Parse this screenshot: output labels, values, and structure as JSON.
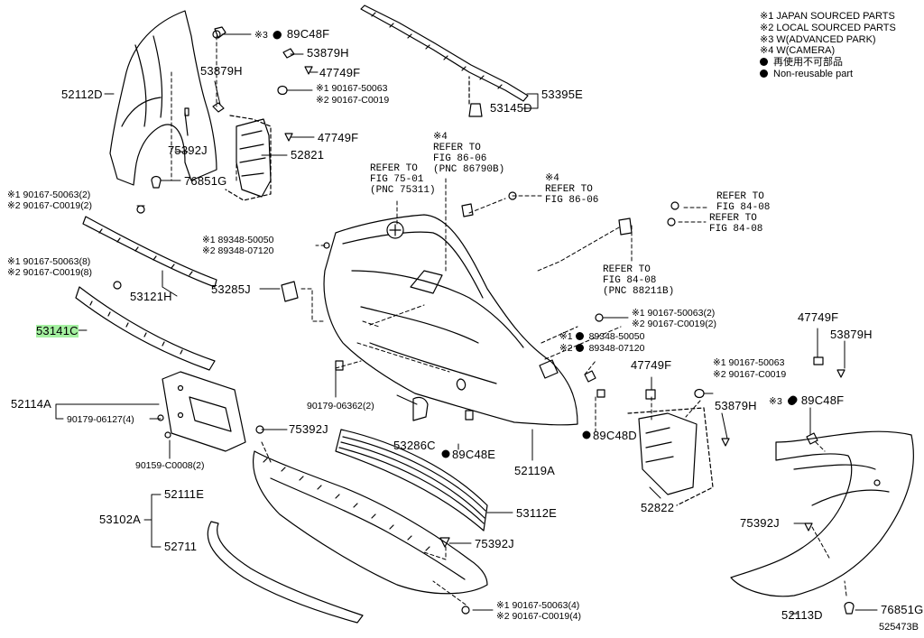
{
  "legend": [
    {
      "text": "※1 JAPAN SOURCED PARTS"
    },
    {
      "text": "※2 LOCAL SOURCED PARTS"
    },
    {
      "text": "※3 W(ADVANCED PARK)"
    },
    {
      "text": "※4 W(CAMERA)"
    },
    {
      "text": "再使用不可部品",
      "icon": "filled-dot-icon"
    },
    {
      "text": "Non-reusable part",
      "icon": "filled-dot-icon"
    }
  ],
  "diagram_id": "525473B",
  "highlight_color": "#a4f0a0",
  "labels": [
    {
      "name": "52112D",
      "text": "52112D"
    },
    {
      "name": "89C48F-top",
      "text": "※3",
      "text2": "89C48F"
    },
    {
      "name": "53879H-top",
      "text": "53879H"
    },
    {
      "name": "53879H-left",
      "text": "53879H"
    },
    {
      "name": "47749F-top",
      "text": "47749F"
    },
    {
      "name": "90167-50063-top",
      "text": "※1 90167-50063"
    },
    {
      "name": "90167-C0019-top",
      "text": "※2 90167-C0019"
    },
    {
      "name": "47749F-mid",
      "text": "47749F"
    },
    {
      "name": "75392J-left",
      "text": "75392J"
    },
    {
      "name": "52821",
      "text": "52821"
    },
    {
      "name": "76851G-left",
      "text": "76851G"
    },
    {
      "name": "53395E",
      "text": "53395E"
    },
    {
      "name": "53145D",
      "text": "53145D"
    },
    {
      "name": "90167-50063-2",
      "text": "※1 90167-50063(2)"
    },
    {
      "name": "90167-C0019-2",
      "text": "※2 90167-C0019(2)"
    },
    {
      "name": "89348-50050-a",
      "text": "※1 89348-50050"
    },
    {
      "name": "89348-07120-a",
      "text": "※2 89348-07120"
    },
    {
      "name": "90167-50063-8",
      "text": "※1 90167-50063(8)"
    },
    {
      "name": "90167-C0019-8",
      "text": "※2 90167-C0019(8)"
    },
    {
      "name": "53121H",
      "text": "53121H"
    },
    {
      "name": "53285J",
      "text": "53285J"
    },
    {
      "name": "53141C",
      "text": "53141C",
      "highlight": true
    },
    {
      "name": "90167-50063-2b",
      "text": "※1 90167-50063(2)"
    },
    {
      "name": "90167-C0019-2b",
      "text": "※2 90167-C0019(2)"
    },
    {
      "name": "89348-50050-b",
      "text": "※1",
      "text2": "89348-50050"
    },
    {
      "name": "89348-07120-b",
      "text": "※2",
      "text2": "89348-07120"
    },
    {
      "name": "47749F-right",
      "text": "47749F"
    },
    {
      "name": "90167-50063-r",
      "text": "※1 90167-50063"
    },
    {
      "name": "90167-C0019-r",
      "text": "※2 90167-C0019"
    },
    {
      "name": "47749F-far",
      "text": "47749F"
    },
    {
      "name": "53879H-far",
      "text": "53879H"
    },
    {
      "name": "89C48F-right",
      "text": "※3",
      "text2": "89C48F"
    },
    {
      "name": "53879H-right",
      "text": "53879H"
    },
    {
      "name": "52114A",
      "text": "52114A"
    },
    {
      "name": "90179-06127",
      "text": "90179-06127(4)"
    },
    {
      "name": "90179-06362",
      "text": "90179-06362(2)"
    },
    {
      "name": "75392J-mid",
      "text": "75392J"
    },
    {
      "name": "90159-C0008",
      "text": "90159-C0008(2)"
    },
    {
      "name": "53286C",
      "text": "53286C"
    },
    {
      "name": "89C48E",
      "text": "89C48E"
    },
    {
      "name": "52119A",
      "text": "52119A"
    },
    {
      "name": "89C48D",
      "text": "89C48D"
    },
    {
      "name": "52822",
      "text": "52822"
    },
    {
      "name": "52111E",
      "text": "52111E"
    },
    {
      "name": "53102A",
      "text": "53102A"
    },
    {
      "name": "53112E",
      "text": "53112E"
    },
    {
      "name": "52711",
      "text": "52711"
    },
    {
      "name": "75392J-bottom",
      "text": "75392J"
    },
    {
      "name": "75392J-right",
      "text": "75392J"
    },
    {
      "name": "90167-50063-4",
      "text": "※1 90167-50063(4)"
    },
    {
      "name": "90167-C0019-4",
      "text": "※2 90167-C0019(4)"
    },
    {
      "name": "52113D",
      "text": "52113D"
    },
    {
      "name": "76851G-right",
      "text": "76851G"
    }
  ],
  "refs": [
    {
      "name": "ref-fig-75-01",
      "text": "REFER TO\nFIG 75-01\n(PNC 75311)"
    },
    {
      "name": "ref-fig-86-06-a",
      "text": "※4\nREFER TO\nFIG 86-06\n(PNC 86790B)"
    },
    {
      "name": "ref-fig-86-06-b",
      "text": "※4\nREFER TO\nFIG 86-06"
    },
    {
      "name": "ref-fig-84-08-a",
      "text": "REFER TO\nFIG 84-08"
    },
    {
      "name": "ref-fig-84-08-b",
      "text": "REFER TO\nFIG 84-08"
    },
    {
      "name": "ref-fig-84-08-c",
      "text": "REFER TO\nFIG 84-08\n(PNC 88211B)"
    }
  ]
}
